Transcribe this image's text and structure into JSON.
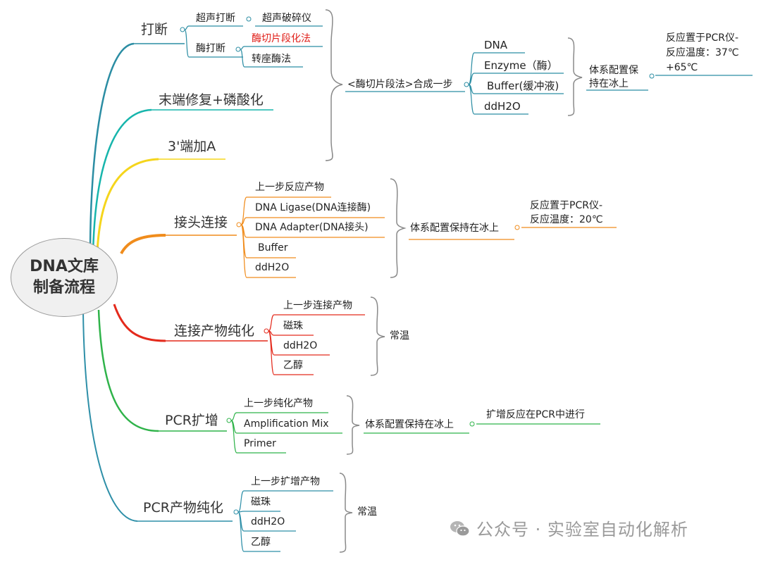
{
  "root": {
    "line1": "DNA文库",
    "line2": "制备流程"
  },
  "colors": {
    "teal": "#2b8da3",
    "cyan": "#17b5ac",
    "yellow": "#f5d51c",
    "orange": "#f08c1c",
    "red": "#e42a1c",
    "green": "#2fb34a",
    "blue_teal": "#2e8fa8",
    "bracket": "#8a8a8a"
  },
  "branches": {
    "fragment": {
      "label": "打断",
      "ultrasonic": {
        "label": "超声打断",
        "child": "超声破碎仪"
      },
      "enzymatic": {
        "label": "酶打断",
        "children": [
          "酶切片段化法",
          "转座酶法"
        ]
      }
    },
    "endrepair": {
      "label": "末端修复+磷酸化"
    },
    "atail": {
      "label": "3'端加A"
    },
    "merge": {
      "label": "<酶切片段法>合成一步",
      "components": [
        "DNA",
        "Enzyme（酶）",
        "Buffer(缓冲液)",
        "ddH2O"
      ],
      "system": "体系配置保\n持在冰上",
      "reaction": "反应置于PCR仪-\n反应温度：37℃\n+65℃"
    },
    "ligation": {
      "label": "接头连接",
      "components": [
        "上一步反应产物",
        "DNA Ligase(DNA连接酶)",
        "DNA Adapter(DNA接头)",
        "Buffer",
        "ddH2O"
      ],
      "system": "体系配置保持在冰上",
      "reaction": "反应置于PCR仪-\n反应温度：20℃"
    },
    "purify1": {
      "label": "连接产物纯化",
      "components": [
        "上一步连接产物",
        "磁珠",
        "ddH2O",
        "乙醇"
      ],
      "condition": "常温"
    },
    "pcr": {
      "label": "PCR扩增",
      "components": [
        "上一步纯化产物",
        "Amplification Mix",
        "Primer"
      ],
      "system": "体系配置保持在冰上",
      "reaction": "扩增反应在PCR中进行"
    },
    "purify2": {
      "label": "PCR产物纯化",
      "components": [
        "上一步扩增产物",
        "磁珠",
        "ddH2O",
        "乙醇"
      ],
      "condition": "常温"
    }
  },
  "watermark": "公众号 · 实验室自动化解析"
}
